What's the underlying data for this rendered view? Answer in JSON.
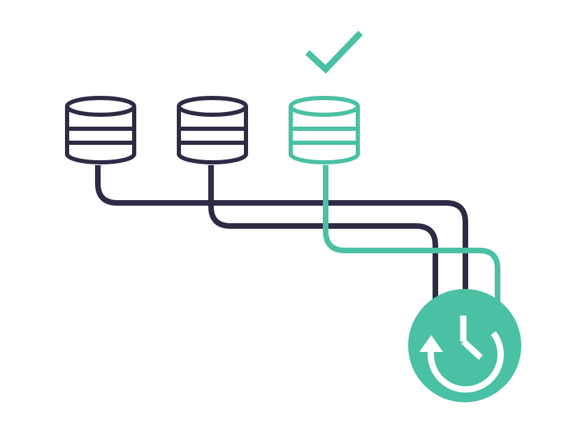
{
  "diagram": {
    "type": "backup-restore-illustration",
    "colors": {
      "dark": "#2e2b45",
      "accent": "#4ac0a5",
      "background": "#ffffff",
      "on_accent": "#ffffff"
    },
    "databases": [
      {
        "id": "db-1",
        "state": "default"
      },
      {
        "id": "db-2",
        "state": "default"
      },
      {
        "id": "db-3",
        "state": "selected"
      }
    ],
    "check_icon": "checkmark-icon",
    "restore_icon": "restore-clock-icon"
  }
}
